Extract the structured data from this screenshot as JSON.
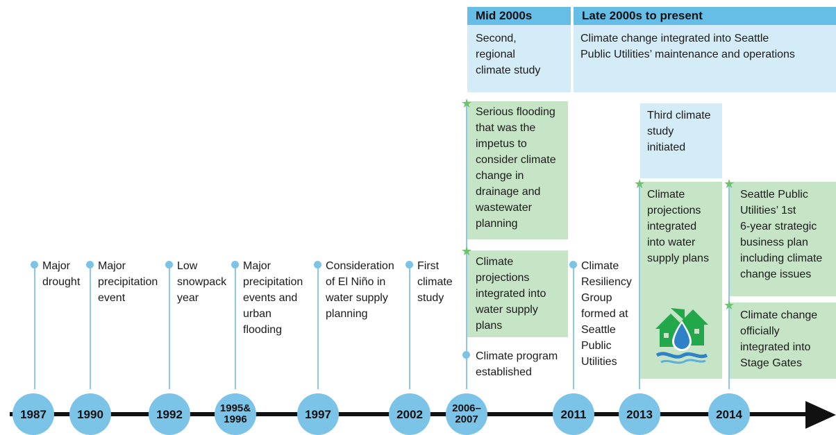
{
  "headers": {
    "mid2000s": "Mid 2000s",
    "late2000s": "Late 2000s to present"
  },
  "header_text": {
    "mid2000s": "Second,\nregional\nclimate study",
    "late2000s": "Climate change integrated into Seattle\nPublic Utilities’ maintenance and operations"
  },
  "events": {
    "e1987": "Major\ndrought",
    "e1990": "Major\nprecipitation\nevent",
    "e1992": "Low\nsnowpack\nyear",
    "e1995": "Major\nprecipitation\nevents and\nurban\nflooding",
    "e1997": "Consideration\nof El Niño in\nwater supply\nplanning",
    "e2002": "First\nclimate\nstudy",
    "e2006_flood": "Serious flooding\nthat was the\nimpetus to\nconsider climate\nchange in\ndrainage and\nwastewater\nplanning",
    "e2006_proj": "Climate\nprojections\nintegrated into\nwater supply\nplans",
    "e2006_prog": "Climate program\nestablished",
    "e2011": "Climate\nResiliency\nGroup\nformed at\nSeattle\nPublic\nUtilities",
    "e2013_third": "Third climate\nstudy\ninitiated",
    "e2013_proj": "Climate\nprojections\nintegrated\ninto water\nsupply plans",
    "e2014_plan": "Seattle Public\nUtilities’ 1st\n6-year strategic\nbusiness plan\nincluding climate\nchange issues",
    "e2014_gates": "Climate change\nofficially\nintegrated into\nStage Gates"
  },
  "years": {
    "y1987": "1987",
    "y1990": "1990",
    "y1992": "1992",
    "y1995": "1995&\n1996",
    "y1997": "1997",
    "y2002": "2002",
    "y2006": "2006–\n2007",
    "y2011": "2011",
    "y2013": "2013",
    "y2014": "2014"
  },
  "colors": {
    "header_blue": "#66bde6",
    "light_blue": "#d4ecf8",
    "green_box": "#c6e4c6",
    "circle_blue": "#7cc3e8",
    "star_green": "#6cc36c"
  },
  "icons": {
    "houses": "houses-water-drop-icon",
    "star": "star-icon",
    "arrow": "timeline-arrow-icon"
  }
}
